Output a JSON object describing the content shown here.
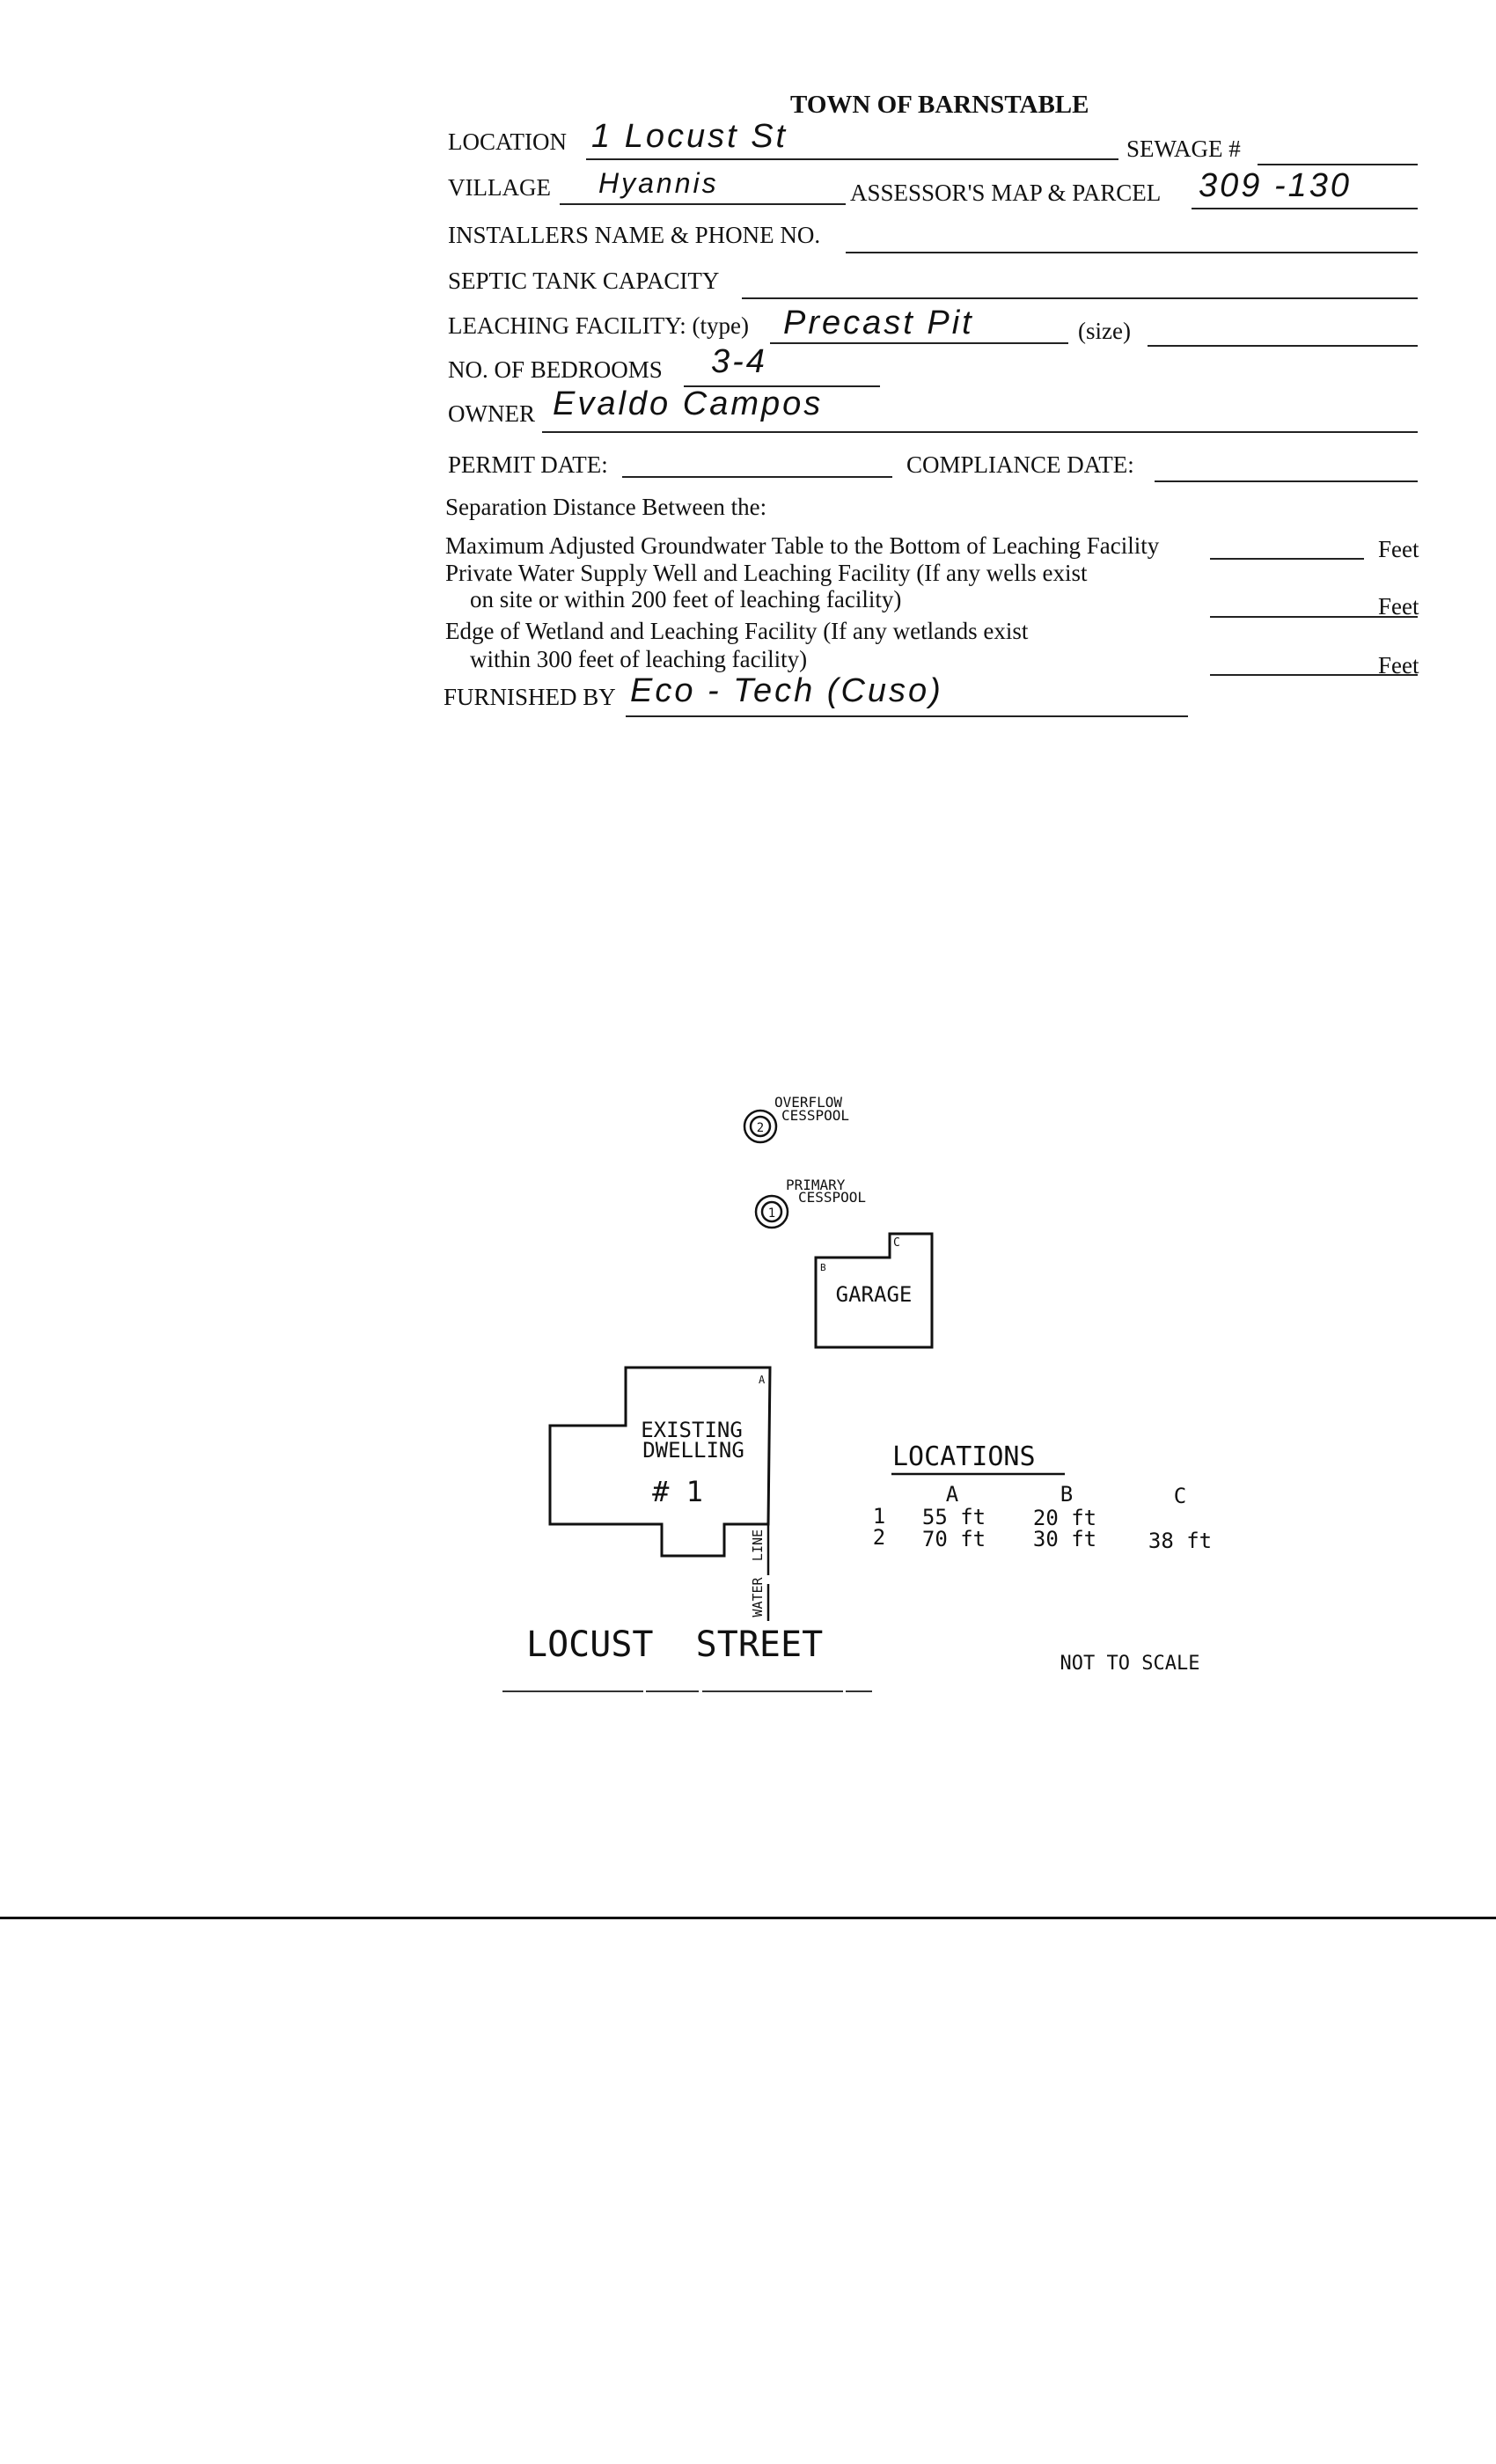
{
  "form": {
    "title": "TOWN OF BARNSTABLE",
    "location_label": "LOCATION",
    "location_value": "1 Locust St",
    "sewage_label": "SEWAGE #",
    "sewage_value": "",
    "village_label": "VILLAGE",
    "village_value": "Hyannis",
    "map_parcel_label": "ASSESSOR'S MAP & PARCEL",
    "map_parcel_value": "309 -130",
    "installer_label": "INSTALLERS NAME & PHONE NO.",
    "septic_label": "SEPTIC TANK CAPACITY",
    "leaching_label": "LEACHING FACILITY: (type)",
    "leaching_type_value": "Precast Pit",
    "size_label": "(size)",
    "bedrooms_label": "NO. OF BEDROOMS",
    "bedrooms_value": "3-4",
    "owner_label": "OWNER",
    "owner_value": "Evaldo Campos",
    "permit_label": "PERMIT DATE:",
    "compliance_label": "COMPLIANCE DATE:",
    "separation_heading": "Separation Distance Between the:",
    "sep_groundwater": "Maximum Adjusted Groundwater Table to the Bottom of Leaching Facility",
    "sep_well_1": "Private Water Supply Well and Leaching Facility (If any wells exist",
    "sep_well_2": "on site or within 200 feet of leaching facility)",
    "sep_wetland_1": "Edge of Wetland and Leaching Facility (If any wetlands exist",
    "sep_wetland_2": "within 300 feet of leaching facility)",
    "feet_label": "Feet",
    "furnished_label": "FURNISHED BY",
    "furnished_value": "Eco - Tech (Cuso)"
  },
  "sketch": {
    "overflow_label_1": "OVERFLOW",
    "overflow_label_2": "CESSPOOL",
    "overflow_num": "2",
    "primary_label_1": "PRIMARY",
    "primary_label_2": "CESSPOOL",
    "primary_num": "1",
    "garage_label": "GARAGE",
    "corner_a": "A",
    "corner_b": "B",
    "corner_c": "C",
    "dwelling_1": "EXISTING",
    "dwelling_2": "DWELLING",
    "dwelling_num": "# 1",
    "water": "WATER",
    "line": "LINE",
    "street": "LOCUST  STREET",
    "scale_note": "NOT TO SCALE",
    "locations_title": "LOCATIONS",
    "columns": [
      "A",
      "B",
      "C"
    ],
    "rows": [
      {
        "id": "1",
        "a": "55 ft",
        "b": "20 ft",
        "c": ""
      },
      {
        "id": "2",
        "a": "70 ft",
        "b": "30 ft",
        "c": "38 ft"
      }
    ]
  }
}
